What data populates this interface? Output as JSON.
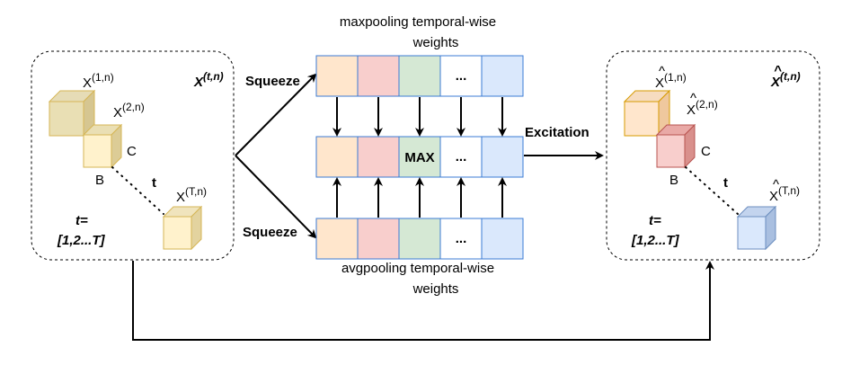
{
  "left_panel": {
    "group_label_main": "X",
    "group_label_sup": "(t,n)",
    "x1_main": "X",
    "x1_sup": "(1,n)",
    "x2_main": "X",
    "x2_sup": "(2,n)",
    "xT_main": "X",
    "xT_sup": "(T,n)",
    "c": "C",
    "b": "B",
    "t": "t",
    "range_line1": "t=",
    "range_line2": "[1,2...T]"
  },
  "right_panel": {
    "hat": "^",
    "group_label_main": "X",
    "group_label_sup": "(t,n)",
    "x1_main": "X",
    "x1_sup": "(1,n)",
    "x2_main": "X",
    "x2_sup": "(2,n)",
    "xT_main": "X",
    "xT_sup": "(T,n)",
    "c": "C",
    "b": "B",
    "t": "t",
    "range_line1": "t=",
    "range_line2": "[1,2...T]"
  },
  "middle": {
    "squeeze_top": "Squeeze",
    "squeeze_bottom": "Squeeze",
    "excitation": "Excitation",
    "max_title_line1": "maxpooling temporal-wise",
    "max_title_line2": "weights",
    "avg_title_line1": "avgpooling temporal-wise",
    "avg_title_line2": "weights",
    "max_cell": "MAX",
    "ellipsis": "..."
  },
  "colors": {
    "cell_orange": "#FFE6CC",
    "cell_red": "#F8CECC",
    "cell_green": "#D5E8D4",
    "cell_white": "#FFFFFF",
    "cell_blue": "#DAE8FC",
    "cell_border": "#3B7BD4",
    "cube_yellow": "#FFF2CC",
    "cube_yellow_dark": "#D6B656"
  }
}
